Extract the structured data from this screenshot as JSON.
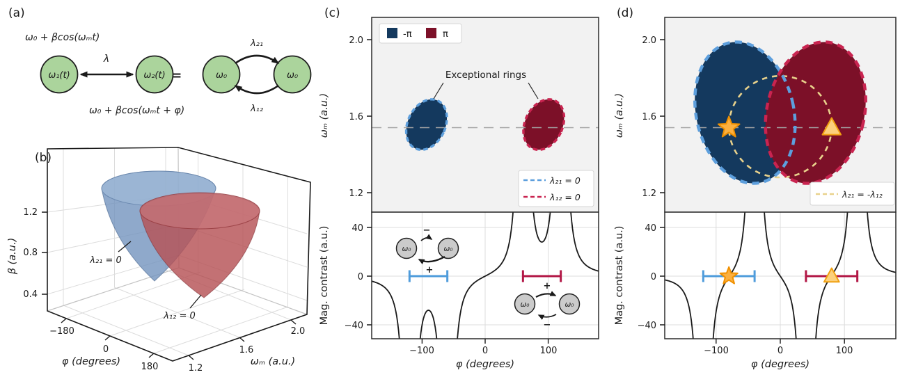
{
  "figure": {
    "background": "#ffffff",
    "panel_labels": {
      "a": "(a)",
      "b": "(b)",
      "c": "(c)",
      "d": "(d)"
    },
    "a": {
      "formula_top": "ω₀ + βcos(ωₘt)",
      "formula_bottom": "ω₀ + βcos(ωₘt + φ)",
      "node_left": "ω₁(t)",
      "node_right": "ω₂(t)",
      "coupling": "λ",
      "equals": "=",
      "node_eq": "ω₀",
      "rate_top": "λ₂₁",
      "rate_bottom": "λ₁₂",
      "node_fill": "#abd49c"
    }
  },
  "chart_data": [
    {
      "id": "b_surface",
      "type": "surface3d",
      "xlabel": "φ (degrees)",
      "xticks": [
        "−180",
        "0",
        "180"
      ],
      "ylabel": "ωₘ (a.u.)",
      "yticks": [
        "1.2",
        "1.6",
        "2.0"
      ],
      "zlabel": "β (a.u.)",
      "zticks": [
        "0.4",
        "0.8",
        "1.2"
      ],
      "surfaces": [
        {
          "label": "λ₂₁ = 0",
          "color": "#7d9cc4",
          "description": "upward-opening cone surface centered near φ = −90°, ωₘ ≈ 1.55"
        },
        {
          "label": "λ₁₂ = 0",
          "color": "#bd6165",
          "description": "upward-opening cone surface centered near φ = +90°, ωₘ ≈ 1.55"
        }
      ]
    },
    {
      "id": "c_top",
      "type": "region",
      "ylabel": "ωₘ (a.u.)",
      "yticks": [
        "2.0",
        "1.6",
        "1.2"
      ],
      "ytick_vals": [
        2.0,
        1.6,
        1.2
      ],
      "xlim": [
        -180,
        180
      ],
      "ylim": [
        1.1,
        2.12
      ],
      "bg": "#f2f2f2",
      "annotation": "Exceptional rings",
      "legend_phase": [
        {
          "label": "-π",
          "color": "#14395e"
        },
        {
          "label": "π",
          "color": "#7c1028"
        }
      ],
      "legend_lines": [
        {
          "label": "λ₂₁ = 0",
          "color": "#5d9fdd"
        },
        {
          "label": "λ₁₂ = 0",
          "color": "#c92450"
        }
      ],
      "ref_line": {
        "y": 1.54,
        "color": "#a3a3a3"
      },
      "rings": [
        {
          "cx": -93,
          "cy": 1.556,
          "fill": "#14395e",
          "edge": "#5d9fdd"
        },
        {
          "cx": 93,
          "cy": 1.556,
          "fill": "#7c1028",
          "edge": "#c92450"
        }
      ]
    },
    {
      "id": "c_bottom",
      "type": "line",
      "xlabel": "φ (degrees)",
      "ylabel": "Mag. contrast (a.u.)",
      "xticks": [
        "−100",
        "0",
        "100"
      ],
      "xtick_vals": [
        -100,
        0,
        100
      ],
      "yticks": [
        "40",
        "0",
        "−40"
      ],
      "ytick_vals": [
        40,
        0,
        -40
      ],
      "xlim": [
        -180,
        180
      ],
      "ylim": [
        -52,
        53
      ],
      "grid": true,
      "curve": {
        "color": "#1a1a1a",
        "scale": 13000,
        "poles": [
          {
            "x": -120,
            "sign": -1
          },
          {
            "x": -60,
            "sign": -1
          },
          {
            "x": 60,
            "sign": 1
          },
          {
            "x": 120,
            "sign": 1
          }
        ]
      },
      "bars": [
        {
          "from": -120,
          "to": -60,
          "y": 0,
          "color": "#4f9cdb"
        },
        {
          "from": 60,
          "to": 120,
          "y": 0,
          "color": "#b21746"
        }
      ],
      "insets": [
        {
          "node": "ω₀",
          "sign_top": "−",
          "sign_bottom": "+"
        },
        {
          "node": "ω₀",
          "sign_top": "+",
          "sign_bottom": "−"
        }
      ]
    },
    {
      "id": "d_top",
      "type": "region",
      "ylabel": "ωₘ (a.u.)",
      "yticks": [
        "2.0",
        "1.6",
        "1.2"
      ],
      "ytick_vals": [
        2.0,
        1.6,
        1.2
      ],
      "xlim": [
        -180,
        180
      ],
      "ylim": [
        1.1,
        2.12
      ],
      "bg": "#f2f2f2",
      "legend_lines": [
        {
          "label": "λ₂₁ = -λ₁₂",
          "color": "#e9d28c"
        }
      ],
      "ref_line": {
        "y": 1.54,
        "color": "#a3a3a3"
      },
      "ellipses": [
        {
          "cx": -55,
          "cy": 1.618,
          "fill": "#14395e",
          "edge": "#5d9fdd"
        },
        {
          "cx": 55,
          "cy": 1.618,
          "fill": "#7c1028",
          "edge": "#c92450"
        }
      ],
      "circle": {
        "cx": 0,
        "cy": 1.545,
        "r_deg": 80,
        "r_au": 0.265,
        "color": "#e9d28c"
      },
      "markers": [
        {
          "shape": "star",
          "x": -80,
          "y": 1.54,
          "fill": "#fbb040",
          "edge": "#f09000"
        },
        {
          "shape": "triangle",
          "x": 80,
          "y": 1.54,
          "fill": "#fcd07c",
          "edge": "#f0a010"
        }
      ]
    },
    {
      "id": "d_bottom",
      "type": "line",
      "xlabel": "φ (degrees)",
      "ylabel": "Mag. contrast (a.u.)",
      "xticks": [
        "−100",
        "0",
        "100"
      ],
      "xtick_vals": [
        -100,
        0,
        100
      ],
      "yticks": [
        "40",
        "0",
        "−40"
      ],
      "ytick_vals": [
        40,
        0,
        -40
      ],
      "xlim": [
        -180,
        180
      ],
      "ylim": [
        -52,
        53
      ],
      "grid": true,
      "curve": {
        "color": "#1a1a1a",
        "scale": 13000,
        "poles": [
          {
            "x": -120,
            "sign": -1
          },
          {
            "x": -40,
            "sign": 1
          },
          {
            "x": 40,
            "sign": -1
          },
          {
            "x": 120,
            "sign": 1
          }
        ]
      },
      "bars": [
        {
          "from": -120,
          "to": -40,
          "y": 0,
          "color": "#4f9cdb"
        },
        {
          "from": 40,
          "to": 120,
          "y": 0,
          "color": "#b21746"
        }
      ],
      "markers": [
        {
          "shape": "star",
          "x": -80,
          "y": 0,
          "fill": "#fbb040",
          "edge": "#f09000"
        },
        {
          "shape": "triangle",
          "x": 80,
          "y": 0,
          "fill": "#fcd07c",
          "edge": "#f0a010"
        }
      ]
    }
  ]
}
